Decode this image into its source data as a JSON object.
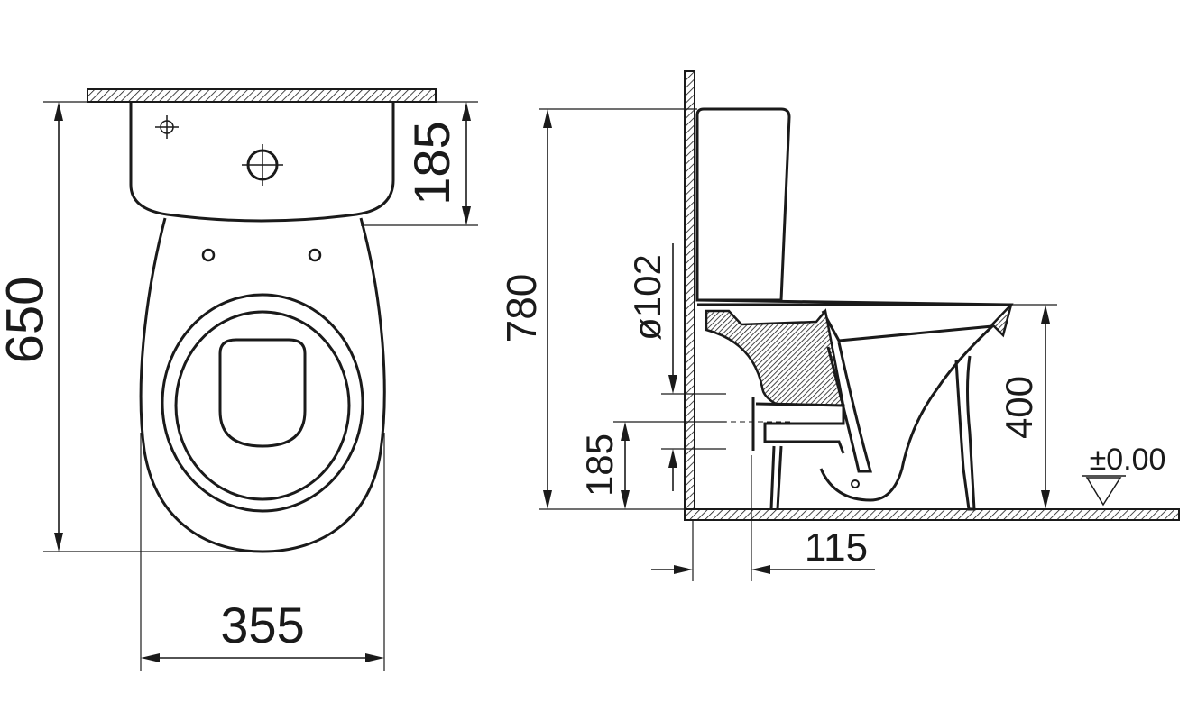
{
  "top_view": {
    "depth_label": "650",
    "cistern_depth_label": "185",
    "width_label": "355"
  },
  "side_view": {
    "total_height_label": "780",
    "pipe_diameter_label": "ø102",
    "outlet_height_label": "185",
    "seat_height_label": "400",
    "floor_level_label": "±0.00",
    "wall_offset_label": "115"
  }
}
